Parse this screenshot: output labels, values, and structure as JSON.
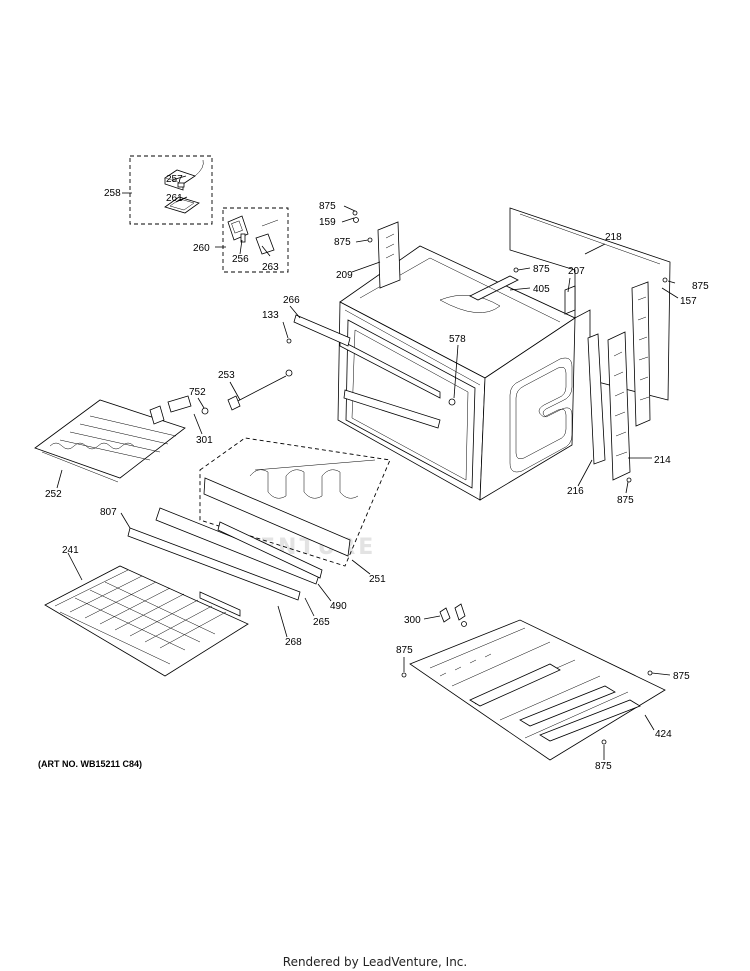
{
  "art_number": "(ART NO. WB15211 C84)",
  "footer": "Rendered by LeadVenture, Inc.",
  "watermark": "VENTURE",
  "callouts": [
    {
      "id": "c258",
      "text": "258"
    },
    {
      "id": "c257",
      "text": "257"
    },
    {
      "id": "c261",
      "text": "261"
    },
    {
      "id": "c260",
      "text": "260"
    },
    {
      "id": "c256",
      "text": "256"
    },
    {
      "id": "c263",
      "text": "263"
    },
    {
      "id": "c875a",
      "text": "875"
    },
    {
      "id": "c159",
      "text": "159"
    },
    {
      "id": "c875b",
      "text": "875"
    },
    {
      "id": "c209",
      "text": "209"
    },
    {
      "id": "c875c",
      "text": "875"
    },
    {
      "id": "c405",
      "text": "405"
    },
    {
      "id": "c207",
      "text": "207"
    },
    {
      "id": "c218",
      "text": "218"
    },
    {
      "id": "c875d",
      "text": "875"
    },
    {
      "id": "c157",
      "text": "157"
    },
    {
      "id": "c266",
      "text": "266"
    },
    {
      "id": "c133",
      "text": "133"
    },
    {
      "id": "c578",
      "text": "578"
    },
    {
      "id": "c253",
      "text": "253"
    },
    {
      "id": "c752",
      "text": "752"
    },
    {
      "id": "c301",
      "text": "301"
    },
    {
      "id": "c252",
      "text": "252"
    },
    {
      "id": "c214",
      "text": "214"
    },
    {
      "id": "c216",
      "text": "216"
    },
    {
      "id": "c875e",
      "text": "875"
    },
    {
      "id": "c807",
      "text": "807"
    },
    {
      "id": "c251",
      "text": "251"
    },
    {
      "id": "c241",
      "text": "241"
    },
    {
      "id": "c490",
      "text": "490"
    },
    {
      "id": "c265",
      "text": "265"
    },
    {
      "id": "c268",
      "text": "268"
    },
    {
      "id": "c300",
      "text": "300"
    },
    {
      "id": "c875f",
      "text": "875"
    },
    {
      "id": "c875g",
      "text": "875"
    },
    {
      "id": "c424",
      "text": "424"
    },
    {
      "id": "c875h",
      "text": "875"
    }
  ]
}
